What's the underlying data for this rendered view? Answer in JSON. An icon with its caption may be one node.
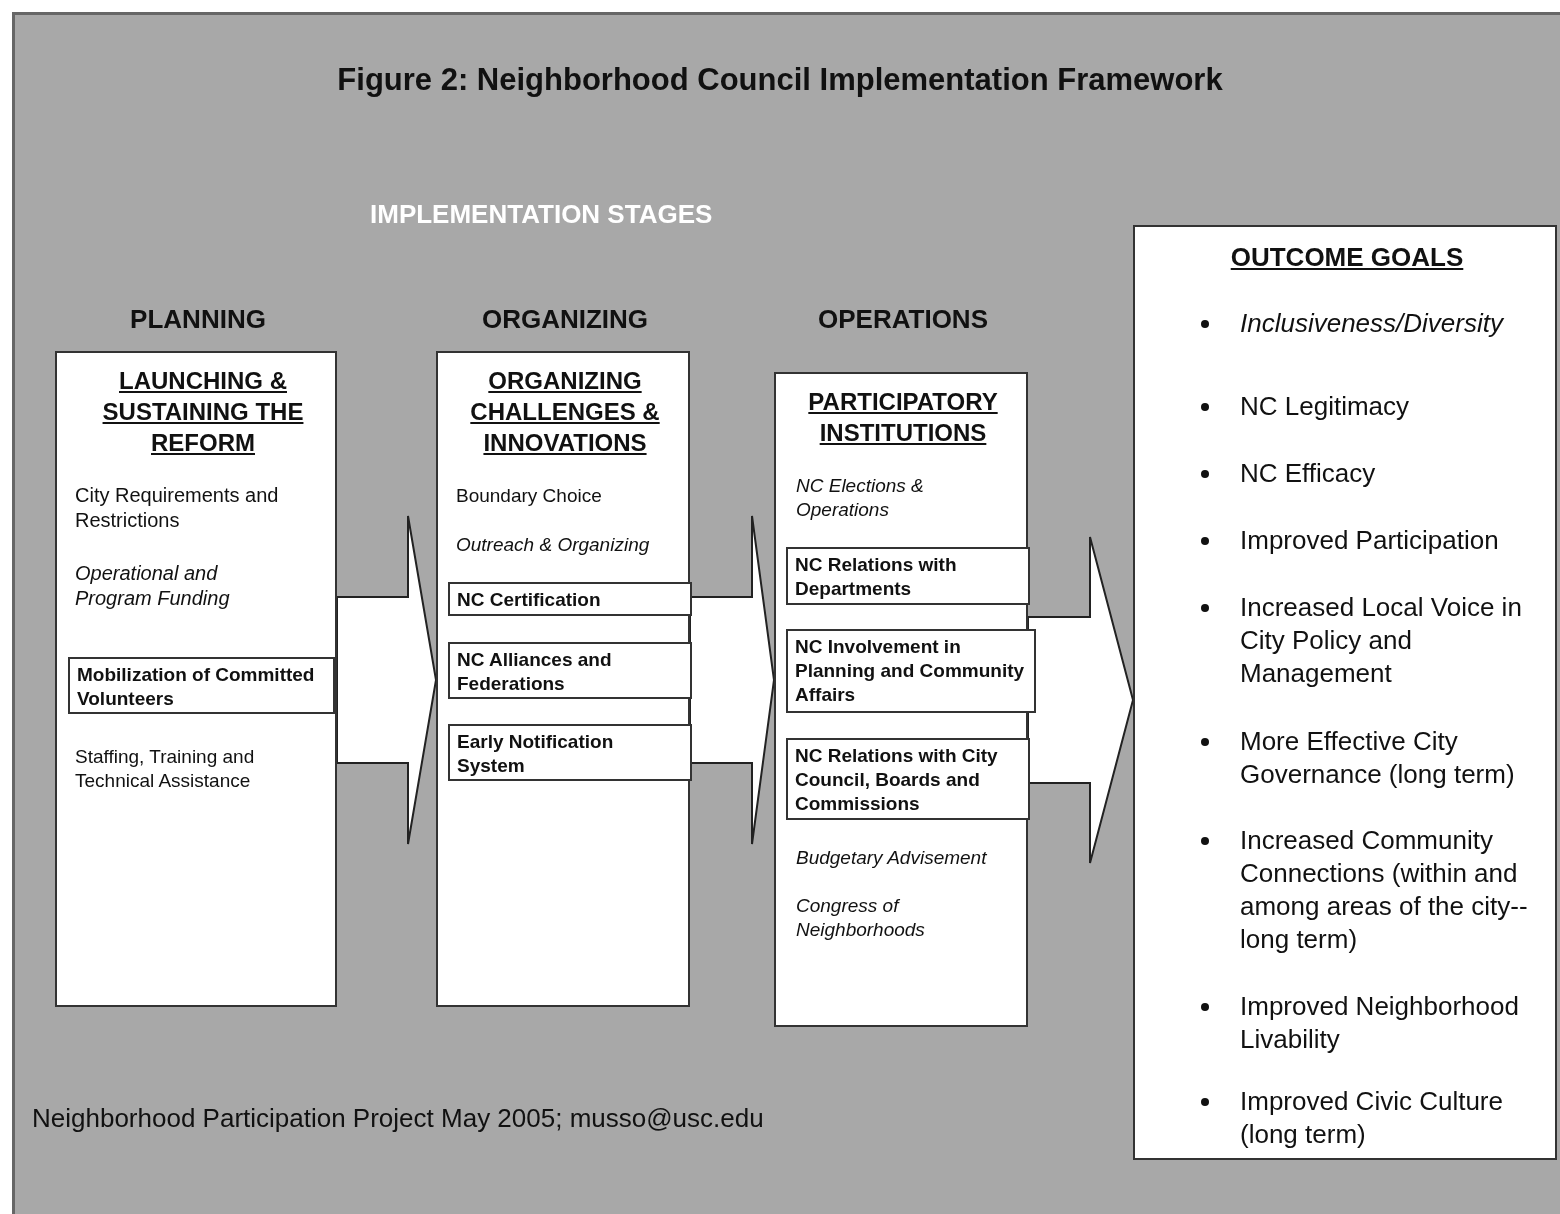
{
  "diagram": {
    "title": "Figure 2:  Neighborhood Council Implementation Framework",
    "nodes": [
      {
        "text": [
          "PLANNING",
          "LAUNCHING & SUSTAINING THE REFORM",
          "City Requirements and Restrictions",
          "Operational and Program Funding",
          "Staffing, Training and Technical Assistance"
        ]
      },
      {
        "text": [
          "Mobilization of Committed Volunteers"
        ],
        "in": 0
      },
      {
        "text": [
          "ORGANIZING",
          "ORGANIZING CHALLENGES & INNOVATIONS",
          "Boundary Choice",
          "Outreach & Organizing"
        ]
      },
      {
        "text": [
          "NC Certification"
        ],
        "in": 2
      },
      {
        "text": [
          "NC Alliances and Federations"
        ],
        "in": 2
      },
      {
        "text": [
          "Early Notification System"
        ],
        "in": 2
      },
      {
        "text": [
          "OPERATIONS",
          "PARTICIPATORY INSTITUTIONS",
          "NC Elections & Operations",
          "Budgetary Advisement",
          "Congress of Neighborhoods"
        ]
      },
      {
        "text": [
          "NC Relations with Departments"
        ],
        "in": 6
      },
      {
        "text": [
          "NC Involvement in Planning and Community Affairs"
        ],
        "in": 6
      },
      {
        "text": [
          "NC Relations with City Council, Boards and Commissions"
        ],
        "in": 6
      },
      {
        "text": [
          "OUTCOME GOALS",
          "Inclusiveness/Diversity",
          "NC Legitimacy",
          "NC Efficacy",
          "Improved Participation",
          "Increased Local Voice in City Policy and Management",
          "More Effective City Governance (long term)",
          "Increased Community Connections (within and among areas of the city--long term)",
          "Improved Neighborhood Livability",
          "Improved Civic Culture (long term)"
        ]
      }
    ],
    "edges": [
      {
        "from": 0,
        "to": 2,
        "arrow": "to"
      },
      {
        "from": 2,
        "to": 6,
        "arrow": "to"
      },
      {
        "from": 6,
        "to": 10,
        "arrow": "to"
      }
    ],
    "labels": [
      "IMPLEMENTATION STAGES",
      "Neighborhood Participation Project May 2005; musso@usc.edu"
    ]
  }
}
